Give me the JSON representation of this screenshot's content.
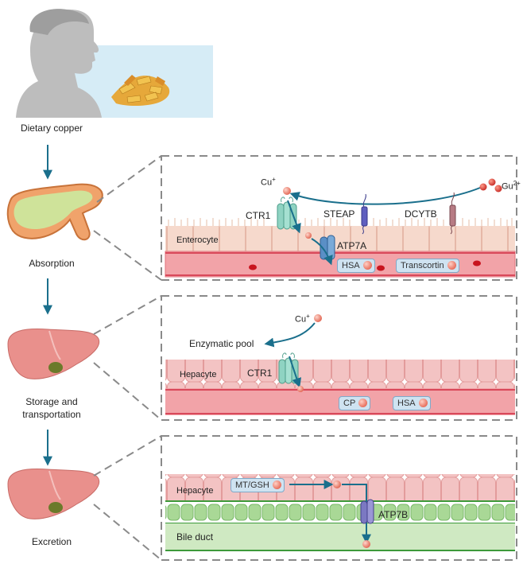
{
  "steps": {
    "dietary": "Dietary copper",
    "absorption": "Absorption",
    "storage_line1": "Storage and",
    "storage_line2": "transportation",
    "excretion": "Excretion"
  },
  "panel1": {
    "cu_plus": "Cu",
    "cu_plus_sup": "+",
    "gu": "Gu",
    "gu_sup": "2+",
    "ctr1": "CTR1",
    "steap": "STEAP",
    "dcytb": "DCYTB",
    "cell": "Enterocyte",
    "atp7a": "ATP7A",
    "hsa": "HSA",
    "transcortin": "Transcortin"
  },
  "panel2": {
    "cu_plus": "Cu",
    "cu_plus_sup": "+",
    "enzymatic": "Enzymatic pool",
    "cell": "Hepacyte",
    "ctr1": "CTR1",
    "cp": "CP",
    "hsa": "HSA"
  },
  "panel3": {
    "cell": "Hepacyte",
    "mtgsh": "MT/GSH",
    "atp7b": "ATP7B",
    "bile": "Bile duct"
  },
  "colors": {
    "arrow": "#1a6f8c",
    "blood": "#e8838b",
    "cell": "#f4cfc4",
    "bile": "#bfe3b0",
    "dash": "#8a8a8a"
  }
}
